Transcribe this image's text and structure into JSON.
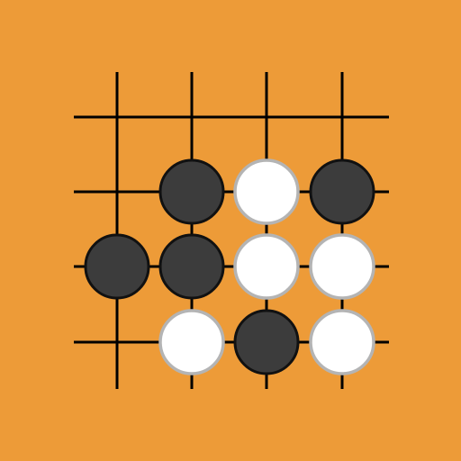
{
  "board": {
    "background_color": "#ED9B38",
    "line_color": "#000000",
    "black_stone_color": "#3C3C3C",
    "black_stone_border": "#111111",
    "white_stone_color": "#FFFFFF",
    "white_stone_border": "#B4B4B4",
    "columns": 4,
    "rows": 4,
    "stones": [
      {
        "col": 1,
        "row": 1,
        "color": "black"
      },
      {
        "col": 2,
        "row": 1,
        "color": "white"
      },
      {
        "col": 3,
        "row": 1,
        "color": "black"
      },
      {
        "col": 0,
        "row": 2,
        "color": "black"
      },
      {
        "col": 1,
        "row": 2,
        "color": "black"
      },
      {
        "col": 2,
        "row": 2,
        "color": "white"
      },
      {
        "col": 3,
        "row": 2,
        "color": "white"
      },
      {
        "col": 1,
        "row": 3,
        "color": "white"
      },
      {
        "col": 2,
        "row": 3,
        "color": "black"
      },
      {
        "col": 3,
        "row": 3,
        "color": "white"
      }
    ]
  }
}
